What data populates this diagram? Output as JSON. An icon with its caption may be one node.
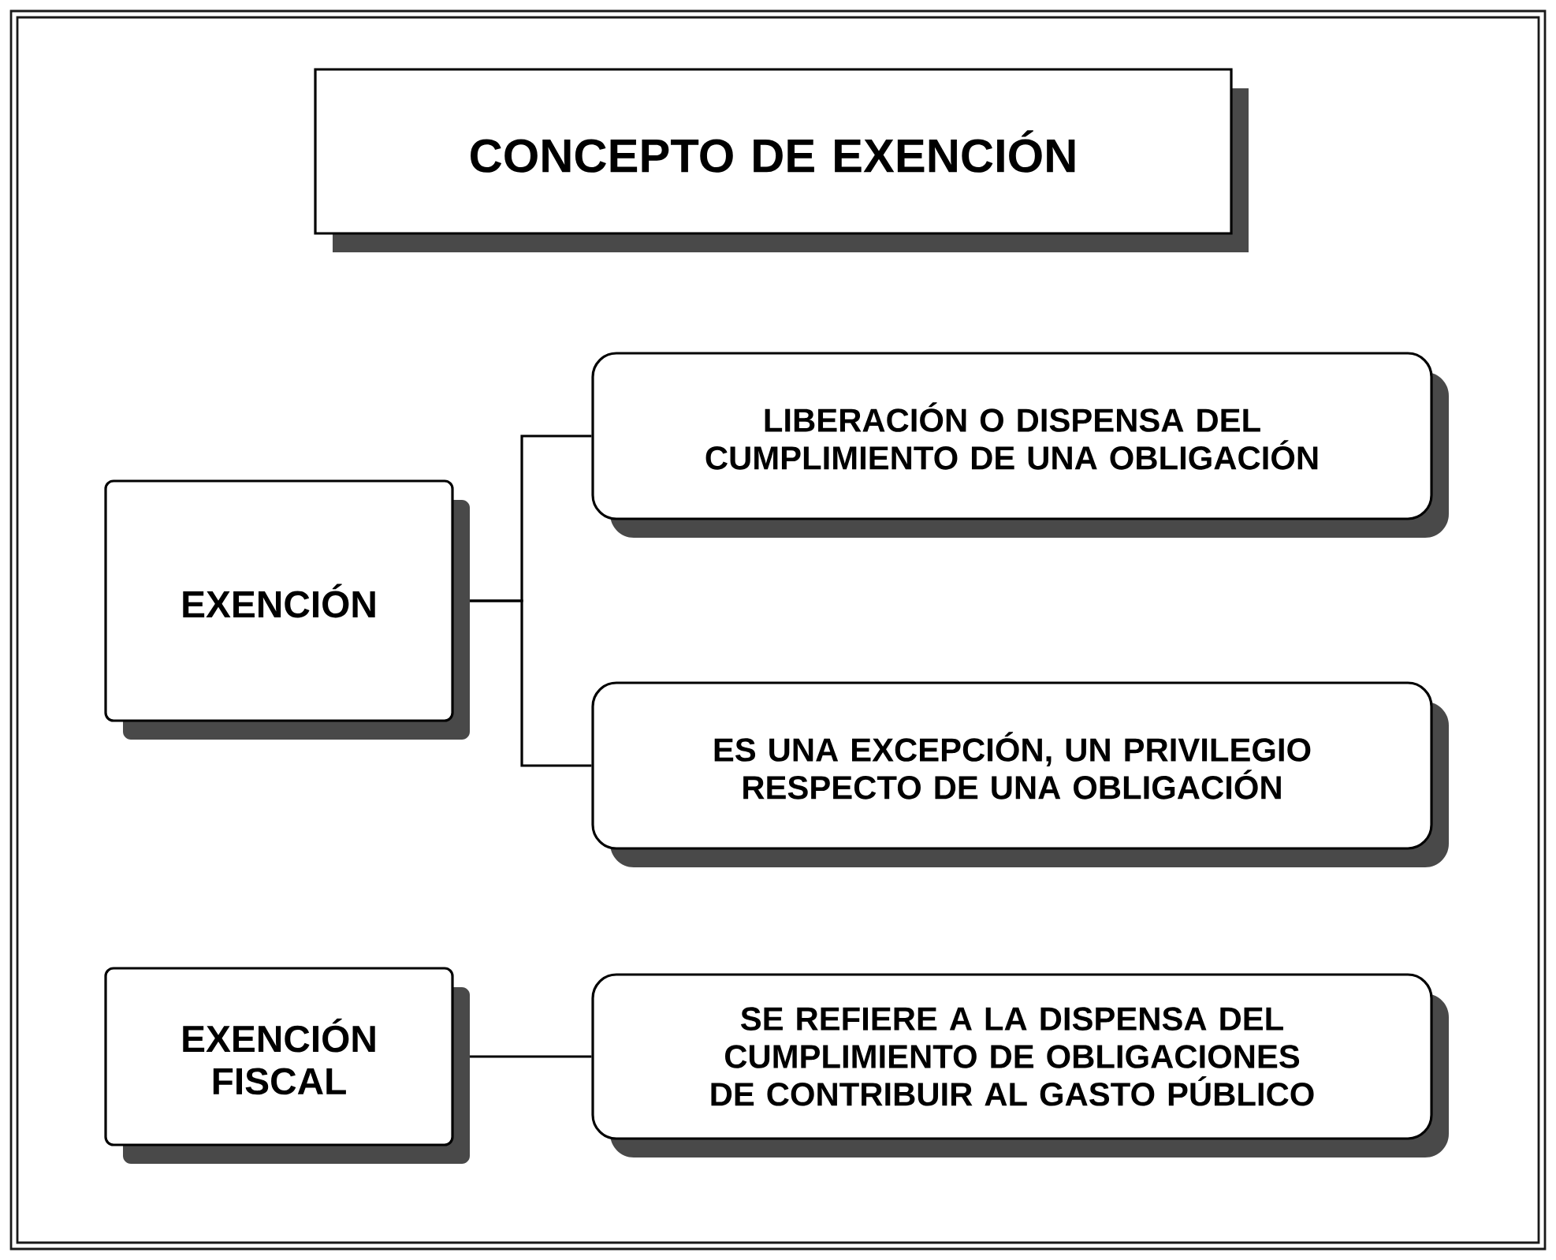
{
  "diagram": {
    "nodes": [
      {
        "text": [
          "CONCEPTO DE EXENCIÓN"
        ]
      },
      {
        "text": [
          "EXENCIÓN"
        ]
      },
      {
        "text": [
          "LIBERACIÓN O DISPENSA DEL CUMPLIMIENTO DE UNA OBLIGACIÓN"
        ]
      },
      {
        "text": [
          "ES  UNA EXCEPCIÓN, UN PRIVILEGIO RESPECTO DE UNA OBLIGACIÓN"
        ]
      },
      {
        "text": [
          "EXENCIÓN FISCAL"
        ]
      },
      {
        "text": [
          "SE REFIERE A LA DISPENSA DEL CUMPLIMIENTO DE OBLIGACIONES DE CONTRIBUIR AL GASTO PÚBLICO"
        ]
      }
    ],
    "edges": [
      {
        "from": 1,
        "to": 2,
        "arrow": "none"
      },
      {
        "from": 1,
        "to": 3,
        "arrow": "none"
      },
      {
        "from": 4,
        "to": 5,
        "arrow": "none"
      }
    ]
  }
}
